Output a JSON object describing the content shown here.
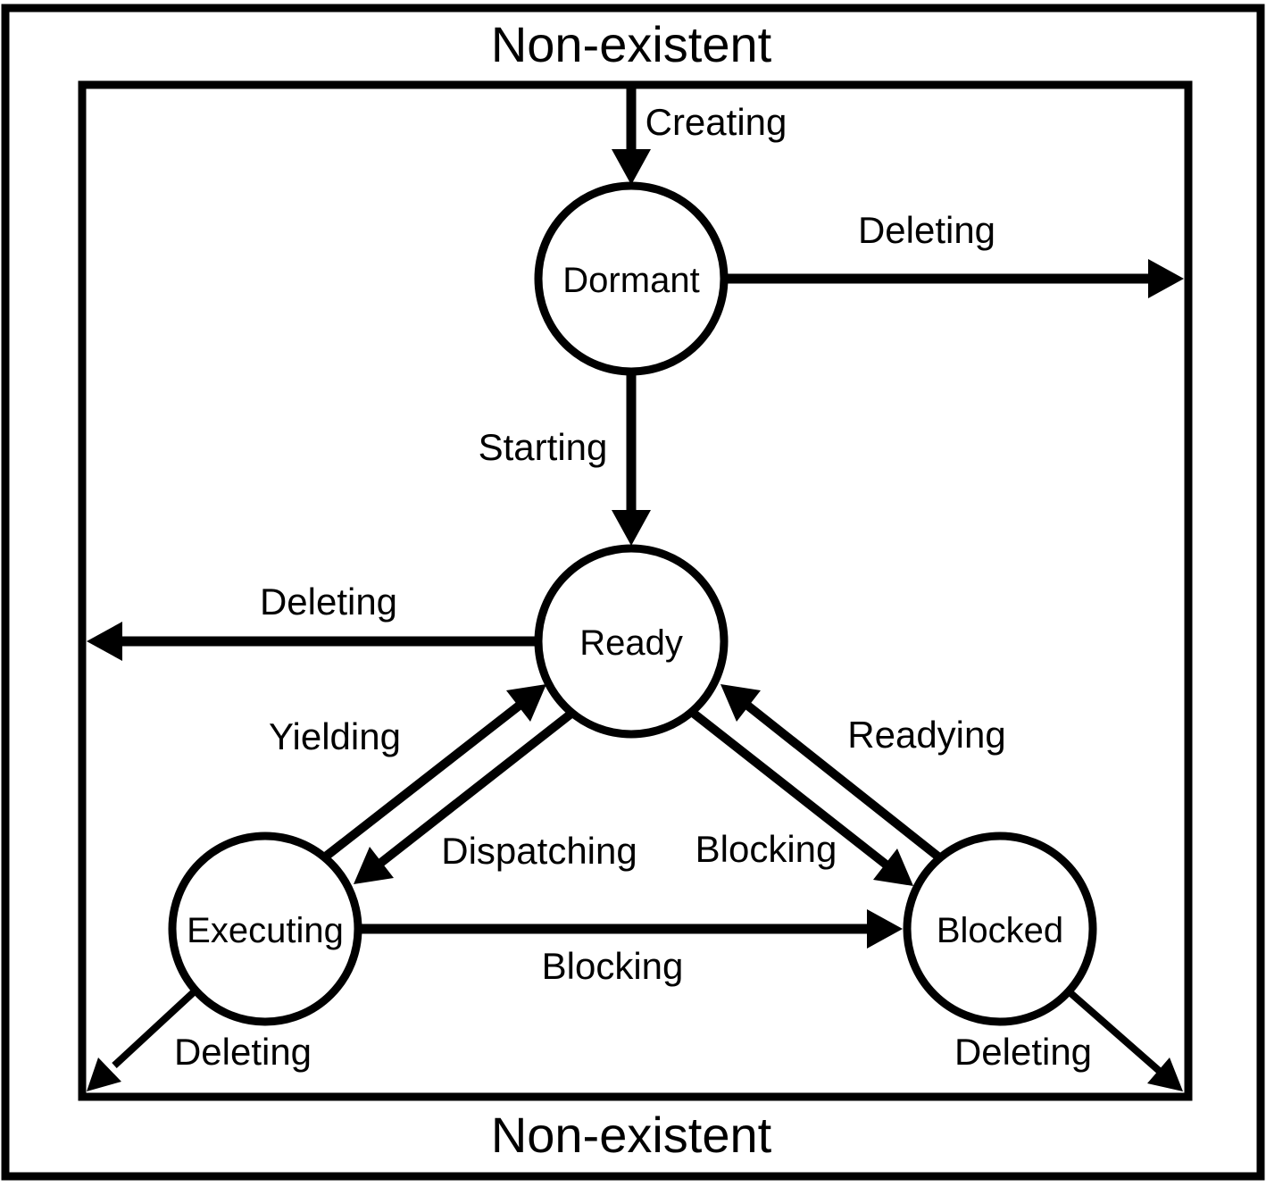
{
  "diagram": {
    "colors": {
      "foreground": "#000000",
      "background": "#ffffff"
    },
    "regions": {
      "top_label": "Non-existent",
      "bottom_label": "Non-existent"
    },
    "nodes": [
      {
        "id": "dormant",
        "label": "Dormant"
      },
      {
        "id": "ready",
        "label": "Ready"
      },
      {
        "id": "executing",
        "label": "Executing"
      },
      {
        "id": "blocked",
        "label": "Blocked"
      }
    ],
    "edges": [
      {
        "id": "creating",
        "label": "Creating",
        "from": "non-existent",
        "to": "dormant"
      },
      {
        "id": "deleting-from-dormant",
        "label": "Deleting",
        "from": "dormant",
        "to": "non-existent"
      },
      {
        "id": "starting",
        "label": "Starting",
        "from": "dormant",
        "to": "ready"
      },
      {
        "id": "deleting-from-ready",
        "label": "Deleting",
        "from": "ready",
        "to": "non-existent"
      },
      {
        "id": "yielding",
        "label": "Yielding",
        "from": "executing",
        "to": "ready"
      },
      {
        "id": "dispatching",
        "label": "Dispatching",
        "from": "ready",
        "to": "executing"
      },
      {
        "id": "blocking-from-ready",
        "label": "Blocking",
        "from": "ready",
        "to": "blocked"
      },
      {
        "id": "readying",
        "label": "Readying",
        "from": "blocked",
        "to": "ready"
      },
      {
        "id": "blocking-from-executing",
        "label": "Blocking",
        "from": "executing",
        "to": "blocked"
      },
      {
        "id": "deleting-from-executing",
        "label": "Deleting",
        "from": "executing",
        "to": "non-existent"
      },
      {
        "id": "deleting-from-blocked",
        "label": "Deleting",
        "from": "blocked",
        "to": "non-existent"
      }
    ]
  }
}
